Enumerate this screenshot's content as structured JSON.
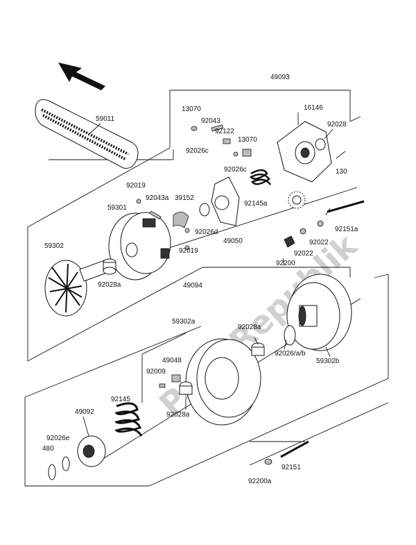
{
  "watermark": "PartsRepublik",
  "labels": {
    "p49093": "49093",
    "p59011": "59011",
    "p13070a": "13070",
    "p92043": "92043",
    "p92122": "92122",
    "p13070b": "13070",
    "p92026c_a": "92026c",
    "p92026c_b": "92026c",
    "p16146": "16146",
    "p92028": "92028",
    "p130": "130",
    "p92019a": "92019",
    "p92043a": "92043a",
    "p39152": "39152",
    "p59301": "59301",
    "p92145a": "92145a",
    "p49050": "49050",
    "p92026d": "92026d",
    "p92019b": "92019",
    "p92151a": "92151a",
    "p92022a": "92022",
    "p92022b": "92022",
    "p92200": "92200",
    "p59302": "59302",
    "p92028a_a": "92028a",
    "p49094": "49094",
    "p59302a": "59302a",
    "p92028a_b": "92028a",
    "p92026ab": "92026/a/b",
    "p59302b": "59302b",
    "p49048": "49048",
    "p92009": "92009",
    "p92028a_c": "92028a",
    "p92145": "92145",
    "p49092": "49092",
    "p92026e": "92026e",
    "p480": "480",
    "p92151": "92151",
    "p92200a": "92200a"
  }
}
